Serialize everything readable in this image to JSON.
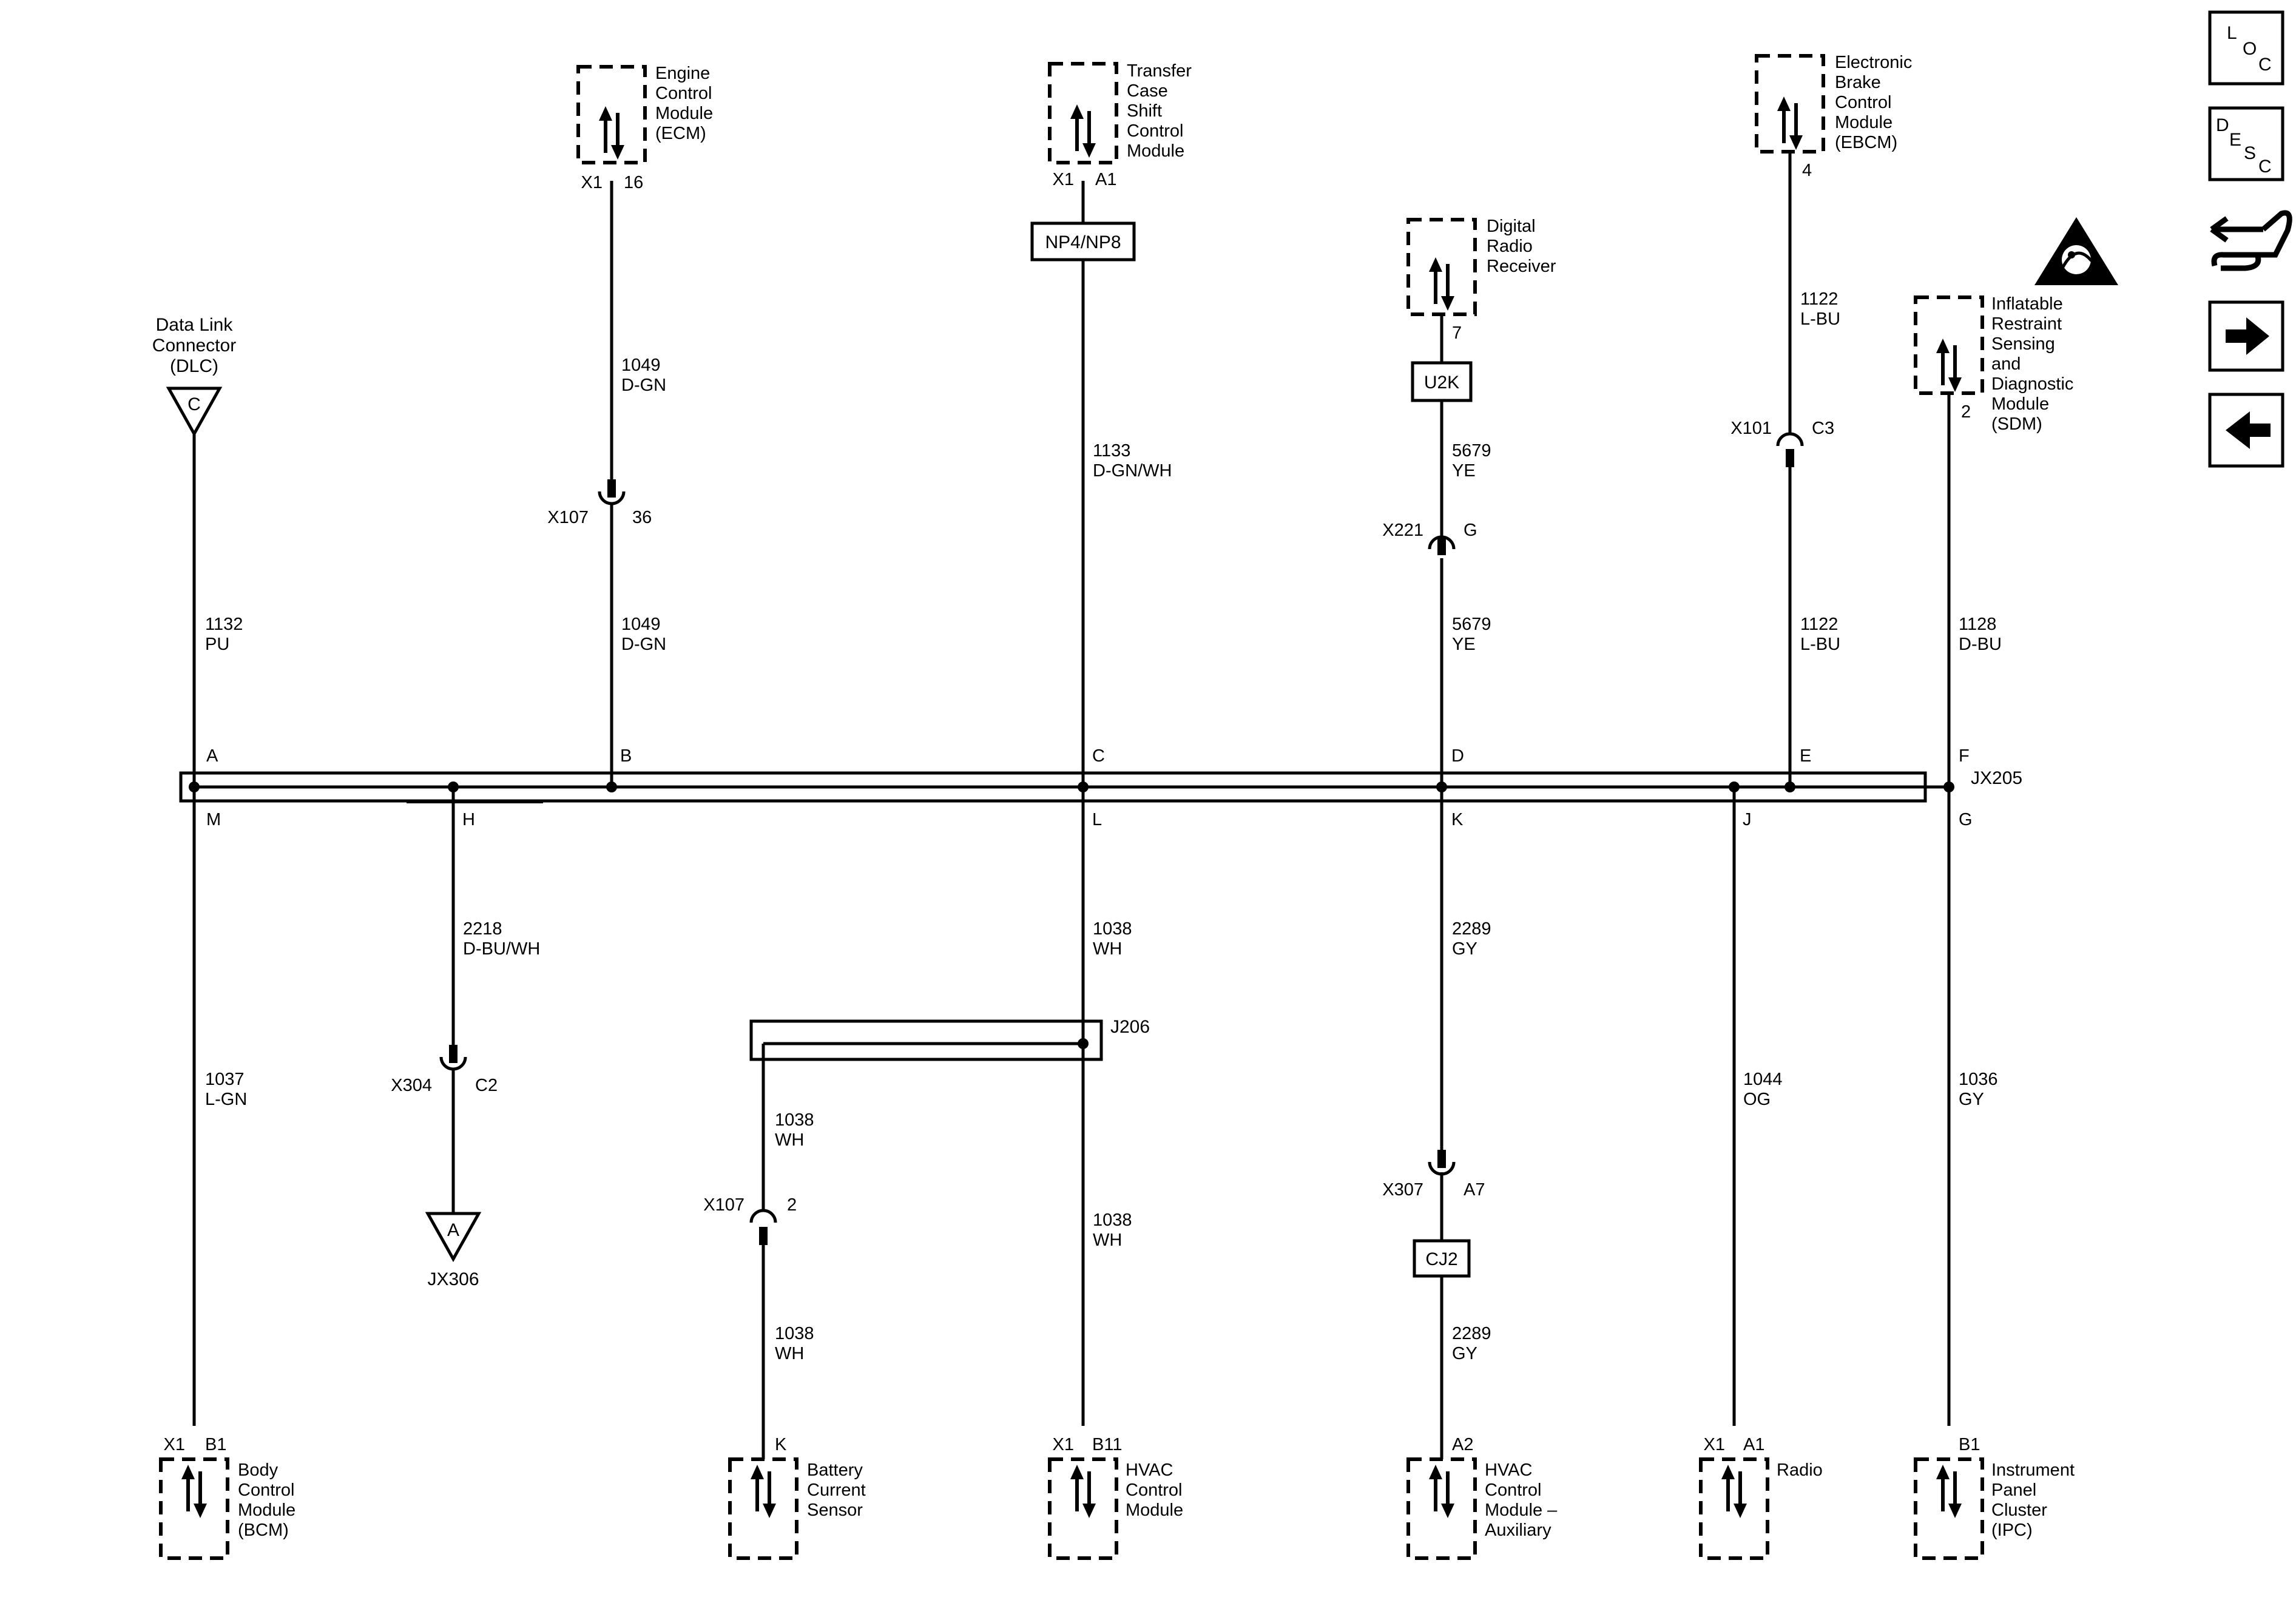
{
  "colors": {
    "line": "#000000",
    "background": "#ffffff"
  },
  "modules": [
    {
      "id": "ecm",
      "lines": [
        "Engine",
        "Control",
        "Module",
        "(ECM)"
      ],
      "conn": "X1",
      "pin": "16"
    },
    {
      "id": "tcscm",
      "lines": [
        "Transfer",
        "Case",
        "Shift",
        "Control",
        "Module"
      ],
      "conn": "X1",
      "pin": "A1"
    },
    {
      "id": "ebcm",
      "lines": [
        "Electronic",
        "Brake",
        "Control",
        "Module",
        "(EBCM)"
      ],
      "conn": "",
      "pin": "4"
    },
    {
      "id": "drr",
      "lines": [
        "Digital",
        "Radio",
        "Receiver"
      ],
      "conn": "",
      "pin": "7"
    },
    {
      "id": "sdm",
      "lines": [
        "Inflatable",
        "Restraint",
        "Sensing",
        "and",
        "Diagnostic",
        "Module",
        "(SDM)"
      ],
      "conn": "",
      "pin": "2"
    },
    {
      "id": "bcm",
      "lines": [
        "Body",
        "Control",
        "Module",
        "(BCM)"
      ],
      "conn": "X1",
      "pin": "B1"
    },
    {
      "id": "bcs",
      "lines": [
        "Battery",
        "Current",
        "Sensor"
      ],
      "conn": "",
      "pin": "K"
    },
    {
      "id": "hvac",
      "lines": [
        "HVAC",
        "Control",
        "Module"
      ],
      "conn": "X1",
      "pin": "B11"
    },
    {
      "id": "hvacaux",
      "lines": [
        "HVAC",
        "Control",
        "Module –",
        "Auxiliary"
      ],
      "conn": "",
      "pin": "A2"
    },
    {
      "id": "radio",
      "lines": [
        "Radio"
      ],
      "conn": "X1",
      "pin": "A1"
    },
    {
      "id": "ipc",
      "lines": [
        "Instrument",
        "Panel",
        "Cluster",
        "(IPC)"
      ],
      "conn": "",
      "pin": "B1"
    }
  ],
  "dlc": {
    "lines": [
      "Data Link",
      "Connector",
      "(DLC)"
    ],
    "letter": "C"
  },
  "offpage": {
    "letter": "A",
    "ref": "JX306"
  },
  "splices": [
    {
      "id": "jx205",
      "name": "JX205"
    },
    {
      "id": "j206",
      "name": "J206"
    }
  ],
  "pins": [
    {
      "id": "A",
      "label": "A"
    },
    {
      "id": "B",
      "label": "B"
    },
    {
      "id": "C",
      "label": "C"
    },
    {
      "id": "D",
      "label": "D"
    },
    {
      "id": "E",
      "label": "E"
    },
    {
      "id": "F",
      "label": "F"
    },
    {
      "id": "M",
      "label": "M"
    },
    {
      "id": "H",
      "label": "H"
    },
    {
      "id": "L",
      "label": "L"
    },
    {
      "id": "K",
      "label": "K"
    },
    {
      "id": "J",
      "label": "J"
    },
    {
      "id": "G",
      "label": "G"
    }
  ],
  "wires": [
    {
      "id": "w1132",
      "circuit": "1132",
      "color": "PU"
    },
    {
      "id": "w1049a",
      "circuit": "1049",
      "color": "D-GN"
    },
    {
      "id": "w1049b",
      "circuit": "1049",
      "color": "D-GN"
    },
    {
      "id": "w1133",
      "circuit": "1133",
      "color": "D-GN/WH"
    },
    {
      "id": "w5679a",
      "circuit": "5679",
      "color": "YE"
    },
    {
      "id": "w5679b",
      "circuit": "5679",
      "color": "YE"
    },
    {
      "id": "w1122a",
      "circuit": "1122",
      "color": "L-BU"
    },
    {
      "id": "w1122b",
      "circuit": "1122",
      "color": "L-BU"
    },
    {
      "id": "w1128",
      "circuit": "1128",
      "color": "D-BU"
    },
    {
      "id": "w1037",
      "circuit": "1037",
      "color": "L-GN"
    },
    {
      "id": "w2218",
      "circuit": "2218",
      "color": "D-BU/WH"
    },
    {
      "id": "w1038a",
      "circuit": "1038",
      "color": "WH"
    },
    {
      "id": "w1038b",
      "circuit": "1038",
      "color": "WH"
    },
    {
      "id": "w1038c",
      "circuit": "1038",
      "color": "WH"
    },
    {
      "id": "w1038d",
      "circuit": "1038",
      "color": "WH"
    },
    {
      "id": "w2289a",
      "circuit": "2289",
      "color": "GY"
    },
    {
      "id": "w2289b",
      "circuit": "2289",
      "color": "GY"
    },
    {
      "id": "w1044",
      "circuit": "1044",
      "color": "OG"
    },
    {
      "id": "w1036",
      "circuit": "1036",
      "color": "GY"
    }
  ],
  "inline_connectors": [
    {
      "id": "x107a",
      "name": "X107",
      "pin": "36"
    },
    {
      "id": "x221",
      "name": "X221",
      "pin": "G"
    },
    {
      "id": "x101",
      "name": "X101",
      "pin": "C3"
    },
    {
      "id": "x304",
      "name": "X304",
      "pin": "C2"
    },
    {
      "id": "x107b",
      "name": "X107",
      "pin": "2"
    },
    {
      "id": "x307",
      "name": "X307",
      "pin": "A7"
    }
  ],
  "options": [
    {
      "id": "np4",
      "text": "NP4/NP8"
    },
    {
      "id": "u2k",
      "text": "U2K"
    },
    {
      "id": "cj2",
      "text": "CJ2"
    }
  ],
  "nav": {
    "loc": [
      "L",
      "O",
      "C"
    ],
    "desc": [
      "D",
      "E",
      "S",
      "C"
    ]
  },
  "icons": [
    "up-down-arrows-icon",
    "airbag-warning-icon",
    "connector-tool-icon",
    "arrow-right-icon",
    "arrow-left-icon"
  ]
}
